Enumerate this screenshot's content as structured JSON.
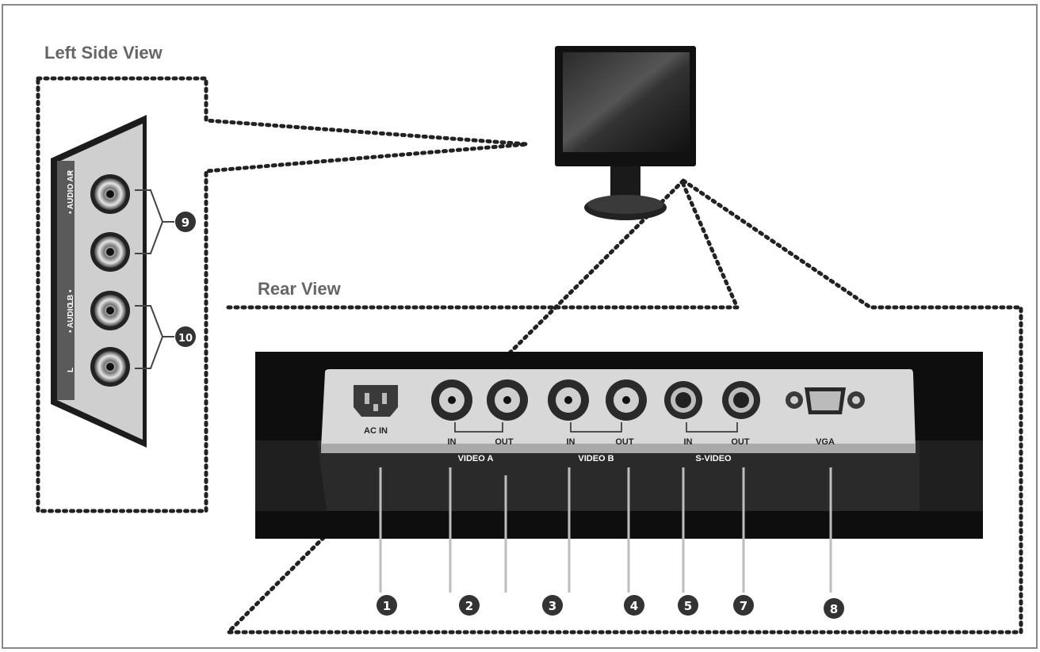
{
  "views": {
    "left_side": "Left Side View",
    "rear": "Rear View"
  },
  "side_panel": {
    "audio_b": "• AUDIO B •",
    "audio_a": "• AUDIO A •",
    "r_top": "R",
    "l_top": "L",
    "r_bottom": "R",
    "l_bottom": "L"
  },
  "rear_panel": {
    "ac_in": "AC IN",
    "video_a_in": "IN",
    "video_a_out": "OUT",
    "video_a": "VIDEO A",
    "video_b_in": "IN",
    "video_b_out": "OUT",
    "video_b": "VIDEO B",
    "svideo_in": "IN",
    "svideo_out": "OUT",
    "svideo": "S-VIDEO",
    "vga": "VGA"
  },
  "callouts": [
    "1",
    "2",
    "3",
    "4",
    "5",
    "7",
    "8",
    "9",
    "10"
  ],
  "colors": {
    "dark": "#111111",
    "panel": "#d6d6d6",
    "callout": "#333333",
    "dots": "#222222"
  }
}
